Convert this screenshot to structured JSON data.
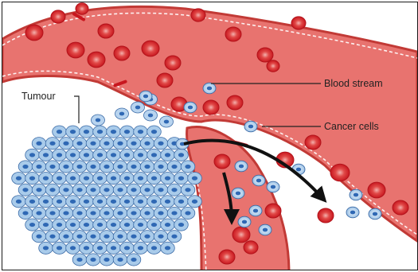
{
  "labels": {
    "blood_stream": "Blood stream",
    "cancer_cells": "Cancer cells",
    "tumour": "Tumour"
  },
  "colors": {
    "vessel_fill": "#e8736f",
    "vessel_wall": "#c23a36",
    "red_blood_cell": "#d3232a",
    "cancer_cell": "#9ec3e6",
    "cell_nucleus": "#3c76c0",
    "arrow": "#111111"
  },
  "icons": [
    "red-blood-cell",
    "cancer-cell",
    "tumour-cluster",
    "arrow"
  ]
}
